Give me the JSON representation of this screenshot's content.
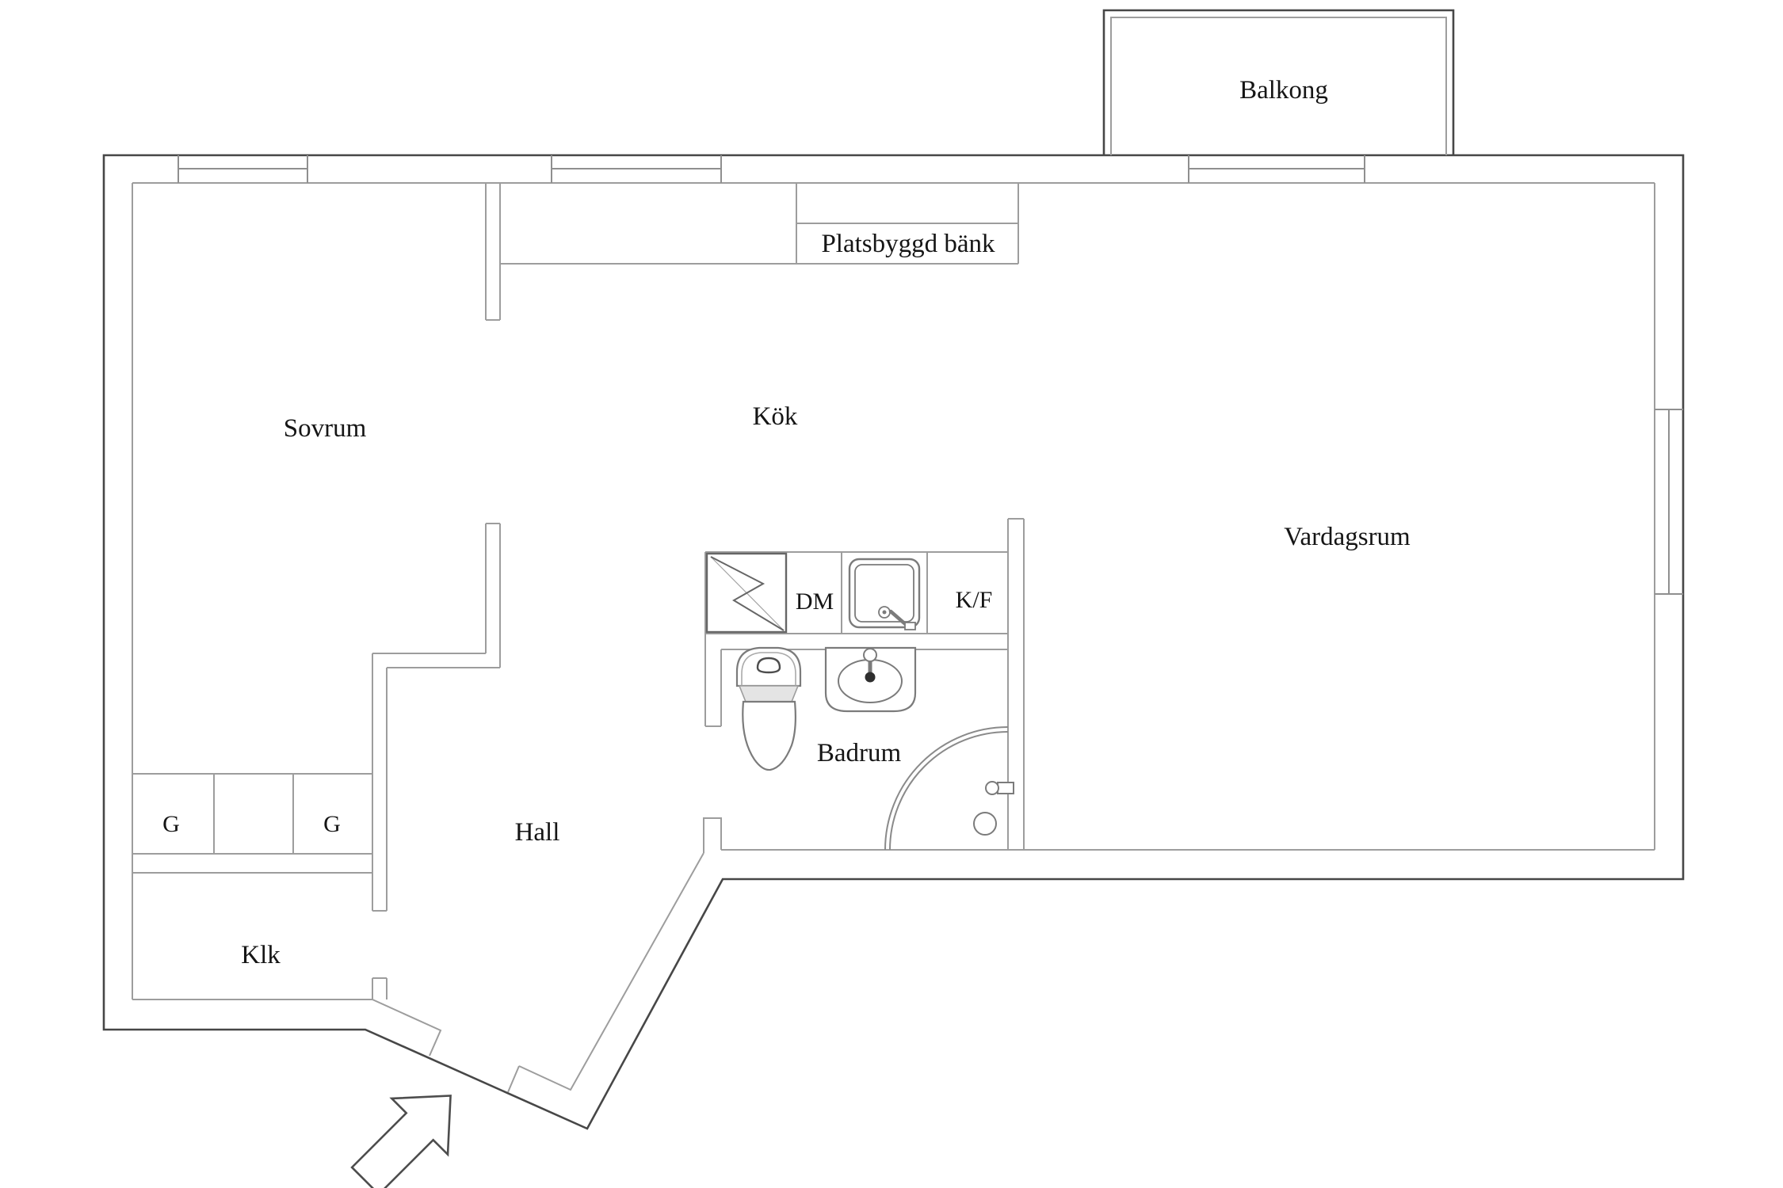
{
  "document": {
    "type": "architectural floor plan",
    "language": "Swedish",
    "background_color": "#ffffff"
  },
  "colors": {
    "outer_wall": "#474747",
    "inner_wall": "#9d9d9d",
    "fixture_outline": "#7b7b7b",
    "shading": "#e4e4e4",
    "text": "#151515"
  },
  "rooms": {
    "balcony": {
      "label": "Balkong"
    },
    "bedroom": {
      "label": "Sovrum"
    },
    "kitchen": {
      "label": "Kök"
    },
    "living_room": {
      "label": "Vardagsrum"
    },
    "bathroom": {
      "label": "Badrum"
    },
    "hall": {
      "label": "Hall"
    },
    "closet": {
      "label": "Klk"
    }
  },
  "annotations": {
    "built_in_bench": {
      "label": "Platsbyggd bänk"
    },
    "dishwasher": {
      "label": "DM"
    },
    "fridge_freezer": {
      "label": "K/F"
    },
    "wardrobe_left": {
      "label": "G"
    },
    "wardrobe_right": {
      "label": "G"
    }
  },
  "icons": [
    "stove-icon",
    "kitchen-sink-icon",
    "toilet-icon",
    "washbasin-icon",
    "shower-icon",
    "entrance-arrow-icon"
  ],
  "features": {
    "windows": [
      "bedroom-window",
      "kitchen-window",
      "balcony-door",
      "living-room-window"
    ],
    "entrance": "diagonal entrance wall with opening and direction arrow"
  }
}
